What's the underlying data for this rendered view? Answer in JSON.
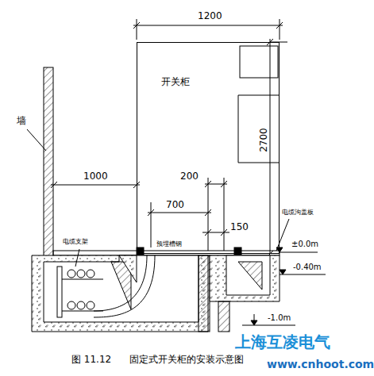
{
  "diagram": {
    "caption": "图 11.12      固定式开关柜的安装示意图",
    "nodes": [
      {
        "text": [
          "开关柜"
        ]
      }
    ],
    "edges": [],
    "labels": [
      "1200",
      "2700",
      "墙",
      "1000",
      "200",
      "700",
      "150",
      "电缆支架",
      "预埋槽钢",
      "电缆沟盖板",
      "±0.0m",
      "-0.40m",
      "-1.0m",
      "上海互凌电气",
      "www.cnhoot.com"
    ]
  }
}
